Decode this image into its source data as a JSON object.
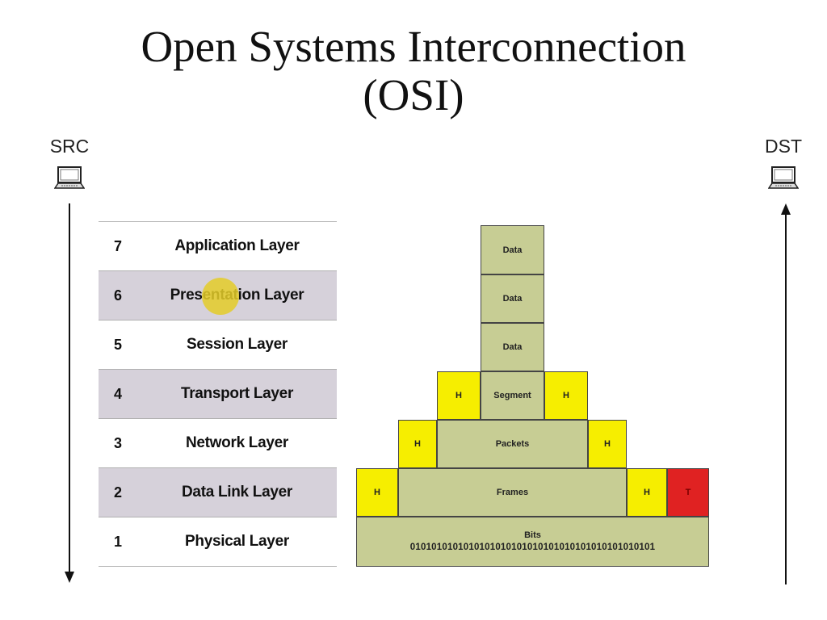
{
  "title": {
    "line1": "Open Systems Interconnection",
    "line2": "(OSI)"
  },
  "endpoints": {
    "src": {
      "label": "SRC",
      "icon": "laptop-icon",
      "direction": "down"
    },
    "dst": {
      "label": "DST",
      "icon": "laptop-icon",
      "direction": "up"
    }
  },
  "layers": [
    {
      "num": "7",
      "name": "Application Layer"
    },
    {
      "num": "6",
      "name": "Presentation Layer"
    },
    {
      "num": "5",
      "name": "Session Layer"
    },
    {
      "num": "4",
      "name": "Transport Layer"
    },
    {
      "num": "3",
      "name": "Network Layer"
    },
    {
      "num": "2",
      "name": "Data Link Layer"
    },
    {
      "num": "1",
      "name": "Physical Layer"
    }
  ],
  "encapsulation": {
    "data7": "Data",
    "data6": "Data",
    "data5": "Data",
    "segment": {
      "header_left": "H",
      "label": "Segment",
      "header_right": "H"
    },
    "packets": {
      "header_left": "H",
      "label": "Packets",
      "header_right": "H"
    },
    "frames": {
      "header_left": "H",
      "label": "Frames",
      "header_right": "H",
      "trailer": "T"
    },
    "bits": {
      "label": "Bits",
      "value": "0101010101010101010101010101010101010101010101"
    }
  },
  "colors": {
    "payload": "#c7cd94",
    "header": "#f6ee00",
    "trailer": "#e02222",
    "shaded_row": "#d6d1da",
    "pointer_highlight": "#e4cd28"
  }
}
